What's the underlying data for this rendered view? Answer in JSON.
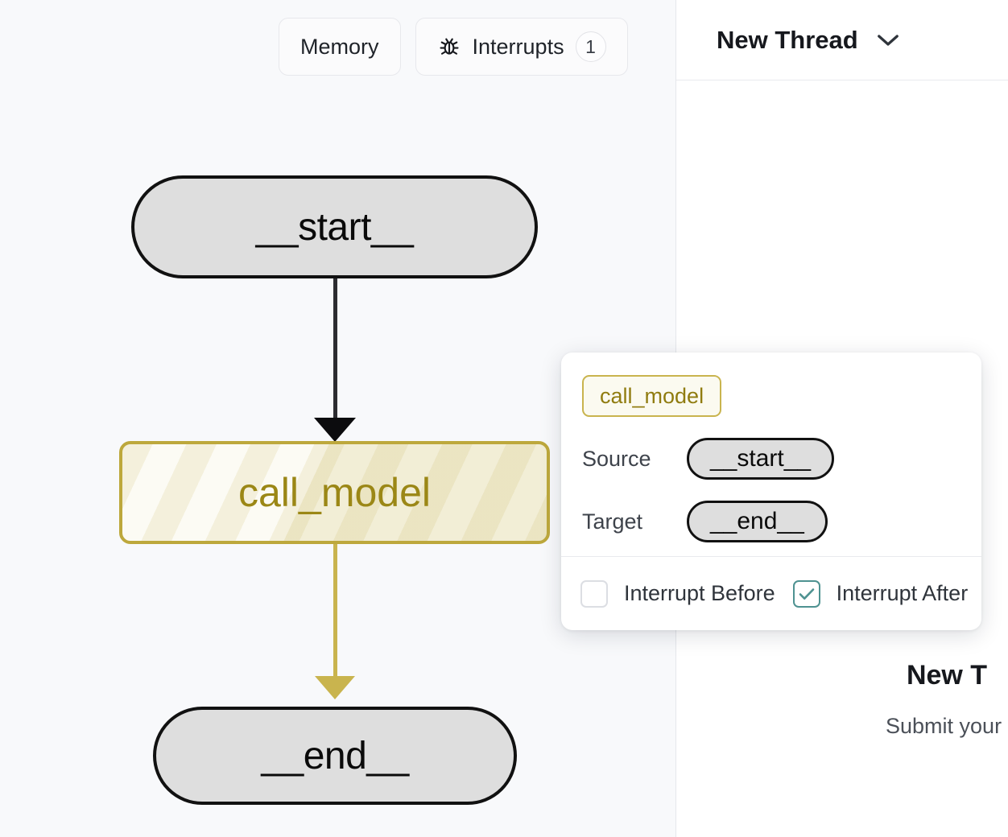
{
  "toolbar": {
    "memory_label": "Memory",
    "interrupts_label": "Interrupts",
    "interrupts_count": "1",
    "bug_icon": "bug-icon"
  },
  "graph": {
    "nodes": [
      {
        "id": "__start__",
        "label": "__start__",
        "type": "terminal"
      },
      {
        "id": "call_model",
        "label": "call_model",
        "type": "task",
        "color": "#9b8716",
        "border_color": "#bda83c",
        "fill": "#fcfbf4"
      },
      {
        "id": "__end__",
        "label": "__end__",
        "type": "terminal"
      }
    ],
    "edges": [
      {
        "from": "__start__",
        "to": "call_model",
        "color": "#2c2c30"
      },
      {
        "from": "call_model",
        "to": "__end__",
        "color": "#c9b44e"
      }
    ]
  },
  "popover": {
    "node_name": "call_model",
    "source_label": "Source",
    "source_value": "__start__",
    "target_label": "Target",
    "target_value": "__end__",
    "interrupt_before_label": "Interrupt Before",
    "interrupt_before_checked": false,
    "interrupt_after_label": "Interrupt After",
    "interrupt_after_checked": true,
    "accent_color": "#4e9291"
  },
  "panel": {
    "title": "New Thread",
    "chevron_icon": "chevron-down-icon",
    "empty_title": "New T",
    "empty_subtitle": "Submit your input"
  }
}
